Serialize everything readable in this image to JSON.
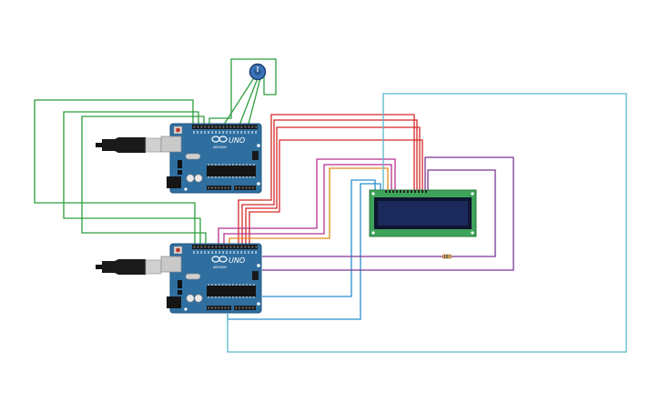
{
  "colors": {
    "green": "#2e9e3e",
    "red": "#d62828",
    "magenta": "#b5328f",
    "orange": "#e08a1a",
    "blue": "#2a8fd0",
    "cyan": "#58b7c9",
    "purple": "#7b3592",
    "board": "#2f6fa0",
    "board_dark": "#1f5480",
    "lcd_pcb": "#3ea35a",
    "lcd_screen": "#1b2a5a"
  },
  "boards": [
    {
      "id": "board-top",
      "model": "UNO",
      "brand": "ARDUINO"
    },
    {
      "id": "board-bottom",
      "model": "UNO",
      "brand": "ARDUINO"
    }
  ],
  "icons": {
    "potentiometer": "potentiometer-icon",
    "usb": "usb-plug-icon",
    "resistor": "resistor-icon"
  }
}
